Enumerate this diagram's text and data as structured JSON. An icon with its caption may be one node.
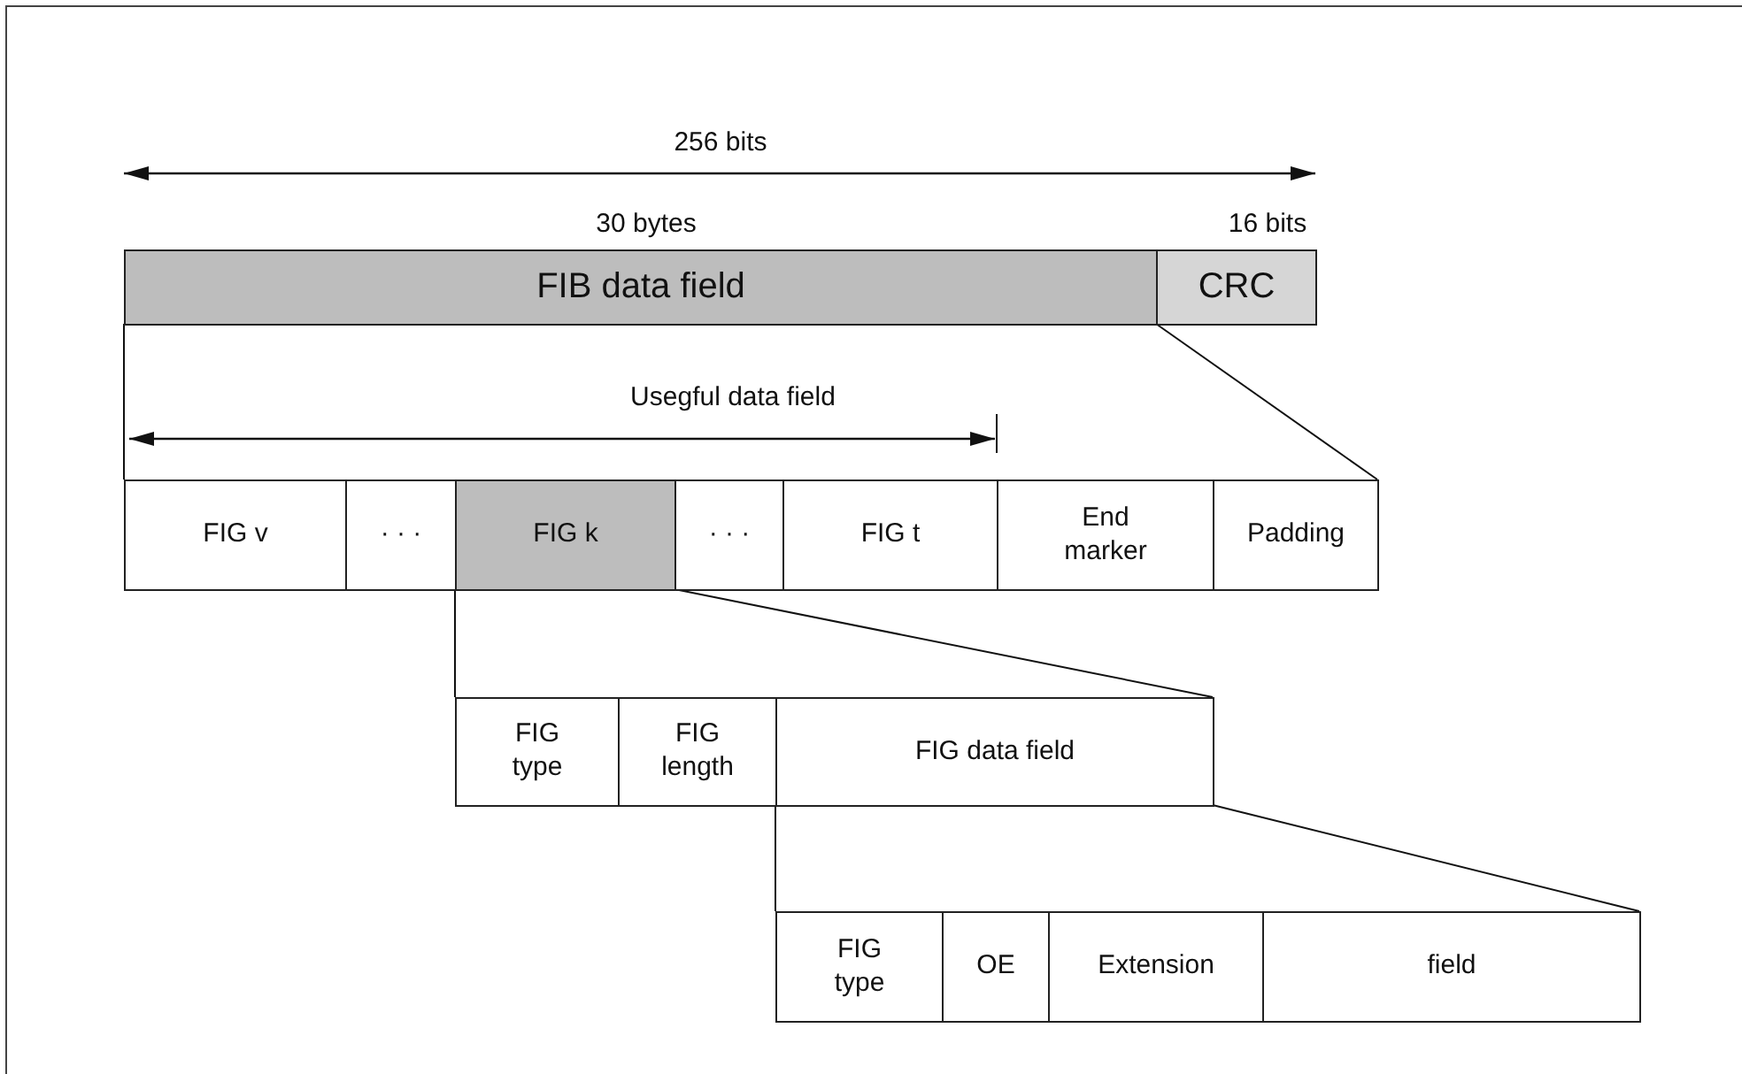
{
  "diagram": {
    "nodes": [
      {
        "text": [
          "FIB data field"
        ]
      },
      {
        "text": [
          "CRC"
        ]
      },
      {
        "text": [
          "FIG v"
        ]
      },
      {
        "text": [
          "· · ·"
        ]
      },
      {
        "text": [
          "FIG k"
        ]
      },
      {
        "text": [
          "· · ·"
        ]
      },
      {
        "text": [
          "FIG t"
        ]
      },
      {
        "text": [
          "End marker"
        ]
      },
      {
        "text": [
          "Padding"
        ]
      },
      {
        "text": [
          "FIG type"
        ]
      },
      {
        "text": [
          "FIG length"
        ]
      },
      {
        "text": [
          "FIG data field"
        ]
      },
      {
        "text": [
          "FIG type"
        ]
      },
      {
        "text": [
          "OE"
        ]
      },
      {
        "text": [
          "Extension"
        ]
      },
      {
        "text": [
          "field"
        ]
      }
    ],
    "edges": [
      {
        "from": 0,
        "to": 2,
        "arrow": "none"
      },
      {
        "from": 0,
        "to": 8,
        "arrow": "none"
      },
      {
        "from": 4,
        "to": 9,
        "arrow": "none"
      },
      {
        "from": 4,
        "to": 11,
        "arrow": "none"
      },
      {
        "from": 11,
        "to": 12,
        "arrow": "none"
      },
      {
        "from": 11,
        "to": 15,
        "arrow": "none"
      }
    ],
    "labels": [
      "256 bits",
      "30 bytes",
      "16 bits",
      "Usegful data field"
    ]
  }
}
